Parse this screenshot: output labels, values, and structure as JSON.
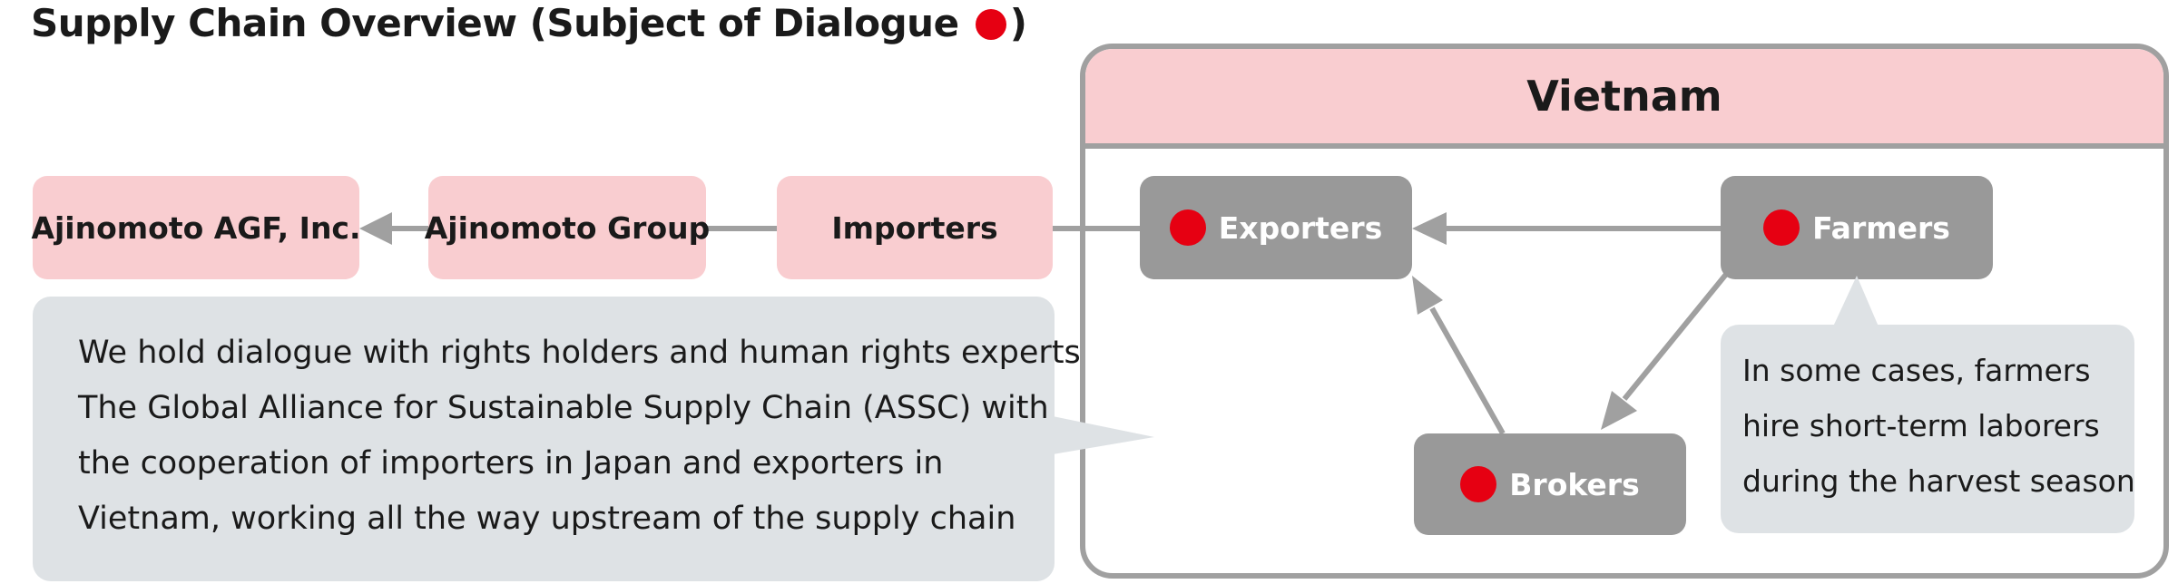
{
  "title": {
    "text_before": "Supply Chain Overview (Subject of Dialogue ",
    "text_after": ")",
    "marker_color": "#e60012"
  },
  "region": {
    "label": "Vietnam"
  },
  "nodes": {
    "ajinomoto_agf": "Ajinomoto AGF, Inc.",
    "ajinomoto_group": "Ajinomoto Group",
    "importers": "Importers",
    "exporters": "Exporters",
    "farmers": "Farmers",
    "brokers": "Brokers"
  },
  "notes": {
    "dialogue": [
      "We hold dialogue with rights holders and human rights experts",
      "The Global Alliance for Sustainable Supply Chain (ASSC) with",
      "the cooperation of importers in Japan and exporters in",
      "Vietnam, working all the way upstream of the supply chain"
    ],
    "farmers": [
      "In some cases, farmers",
      "hire short-term laborers",
      "during the harvest season"
    ]
  },
  "colors": {
    "pink": "#f9cdd0",
    "gray_node": "#999999",
    "note_bg": "#dee2e5",
    "connector": "#a0a0a0",
    "marker": "#e60012"
  }
}
